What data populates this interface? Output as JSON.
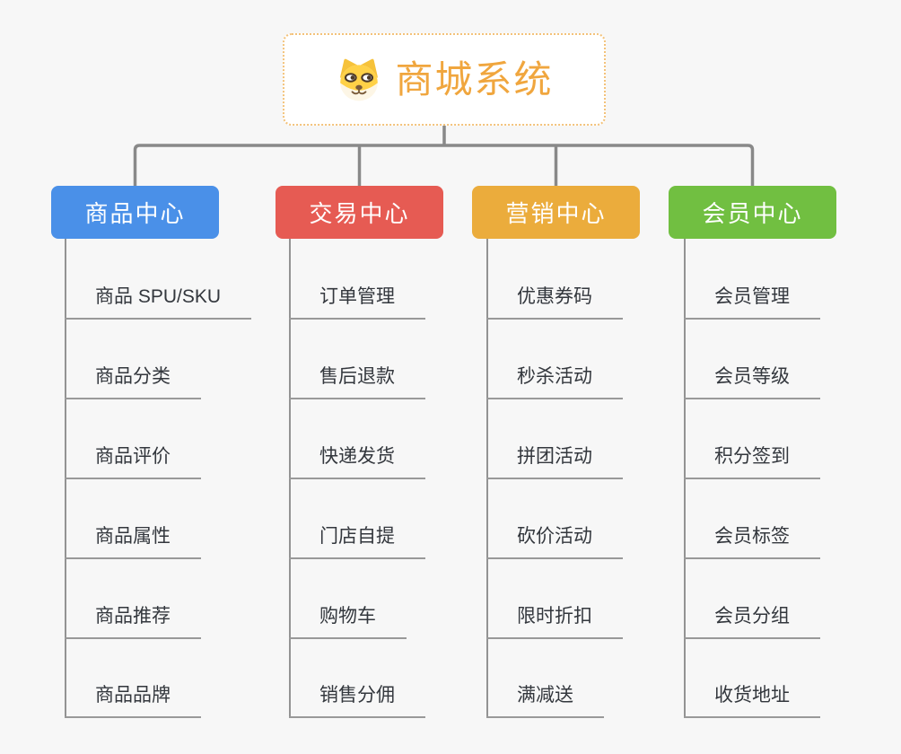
{
  "root": {
    "title": "商城系统",
    "icon": "shiba-dog-icon"
  },
  "branches": [
    {
      "label": "商品中心",
      "color": "#4a90e8",
      "children": [
        "商品 SPU/SKU",
        "商品分类",
        "商品评价",
        "商品属性",
        "商品推荐",
        "商品品牌"
      ]
    },
    {
      "label": "交易中心",
      "color": "#e65b53",
      "children": [
        "订单管理",
        "售后退款",
        "快递发货",
        "门店自提",
        "购物车",
        "销售分佣"
      ]
    },
    {
      "label": "营销中心",
      "color": "#ebac3c",
      "children": [
        "优惠券码",
        "秒杀活动",
        "拼团活动",
        "砍价活动",
        "限时折扣",
        "满减送"
      ]
    },
    {
      "label": "会员中心",
      "color": "#71bf41",
      "children": [
        "会员管理",
        "会员等级",
        "积分签到",
        "会员标签",
        "会员分组",
        "收货地址"
      ]
    }
  ],
  "colors": {
    "background": "#f7f7f7",
    "connector": "#898989",
    "spine": "#939393",
    "leaf_underline": "#999999",
    "leaf_text": "#33373d",
    "root_text": "#f0a63e",
    "root_border": "#f3c27a",
    "root_background": "#ffffff",
    "branch_text": "#ffffff"
  }
}
